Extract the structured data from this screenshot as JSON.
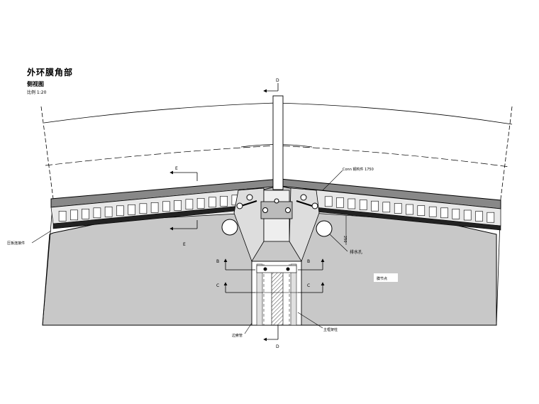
{
  "title": "外环膜角部",
  "subtitle": "侧视图",
  "scale": "比例 1:20",
  "labels": {
    "section_top": "D",
    "section_bottom": "D",
    "cut_e_left_upper": "E",
    "cut_e_left_lower": "E",
    "cut_b_left": "B",
    "cut_c_left": "C",
    "cut_b_right": "B",
    "cut_c_right": "C",
    "left_callout": "压板连接件",
    "top_callout": "Conn 钢构件 1750",
    "right_callout": "排水孔",
    "right_dim": "250",
    "box_label": "膜节点",
    "bottom_left_callout": "边索管",
    "bottom_right_callout": "主框架柱"
  },
  "colors": {
    "line": "#000000",
    "fill_gray": "#c8c8c8",
    "fill_light": "#e8e8e8",
    "hatch": "#555555"
  }
}
